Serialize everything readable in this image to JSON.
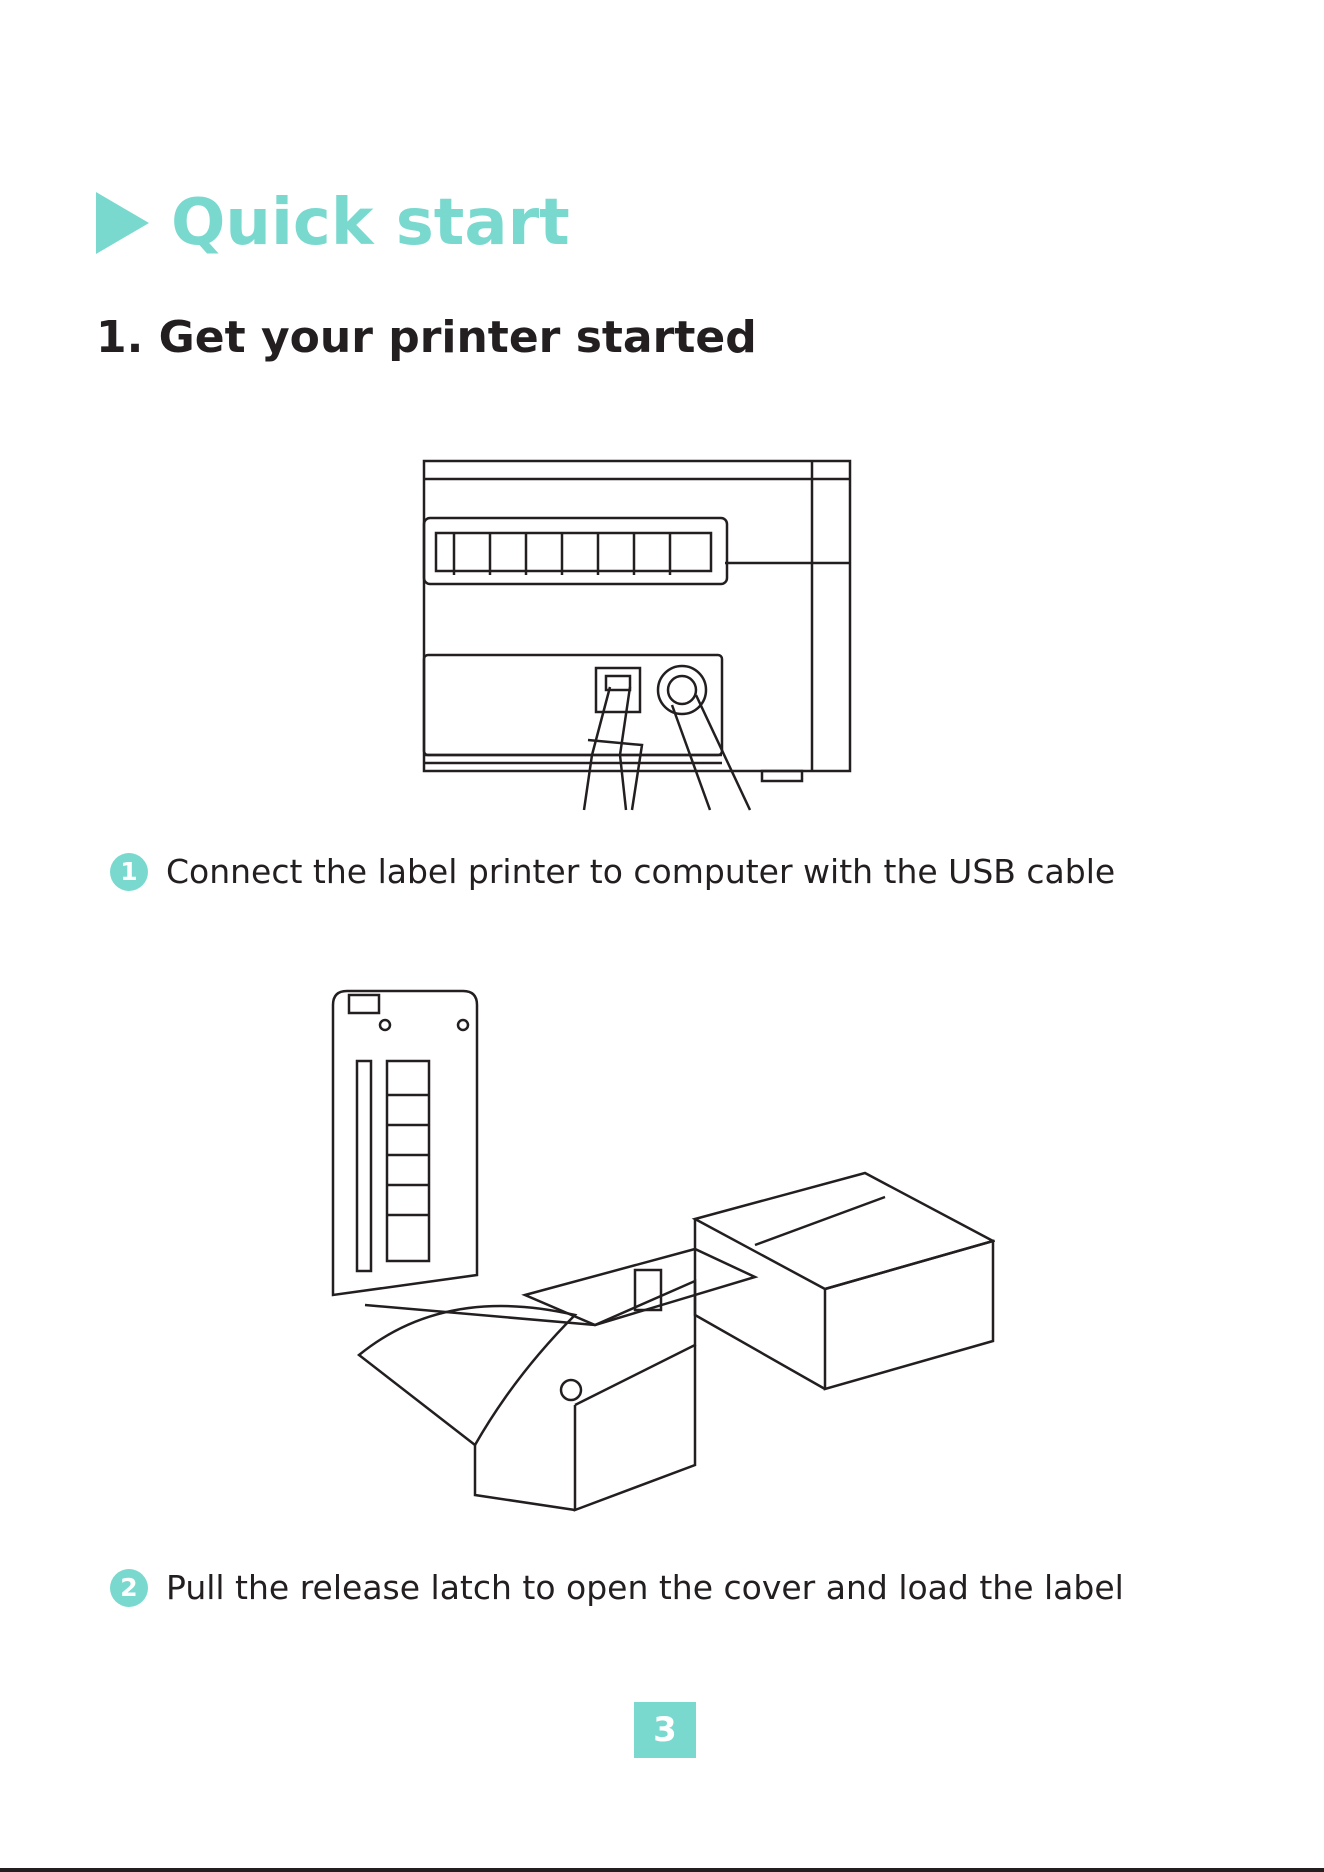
{
  "header": {
    "section_title": "Quick start",
    "subtitle": "1. Get your printer started"
  },
  "steps": [
    {
      "number": "1",
      "text": "Connect the label printer to computer with the USB cable"
    },
    {
      "number": "2",
      "text": "Pull the release latch to open the cover and load the label"
    }
  ],
  "page_number": "3",
  "colors": {
    "accent": "#7ad9cf",
    "text": "#231f20"
  },
  "icons": {
    "section_marker": "triangle-right-icon"
  }
}
